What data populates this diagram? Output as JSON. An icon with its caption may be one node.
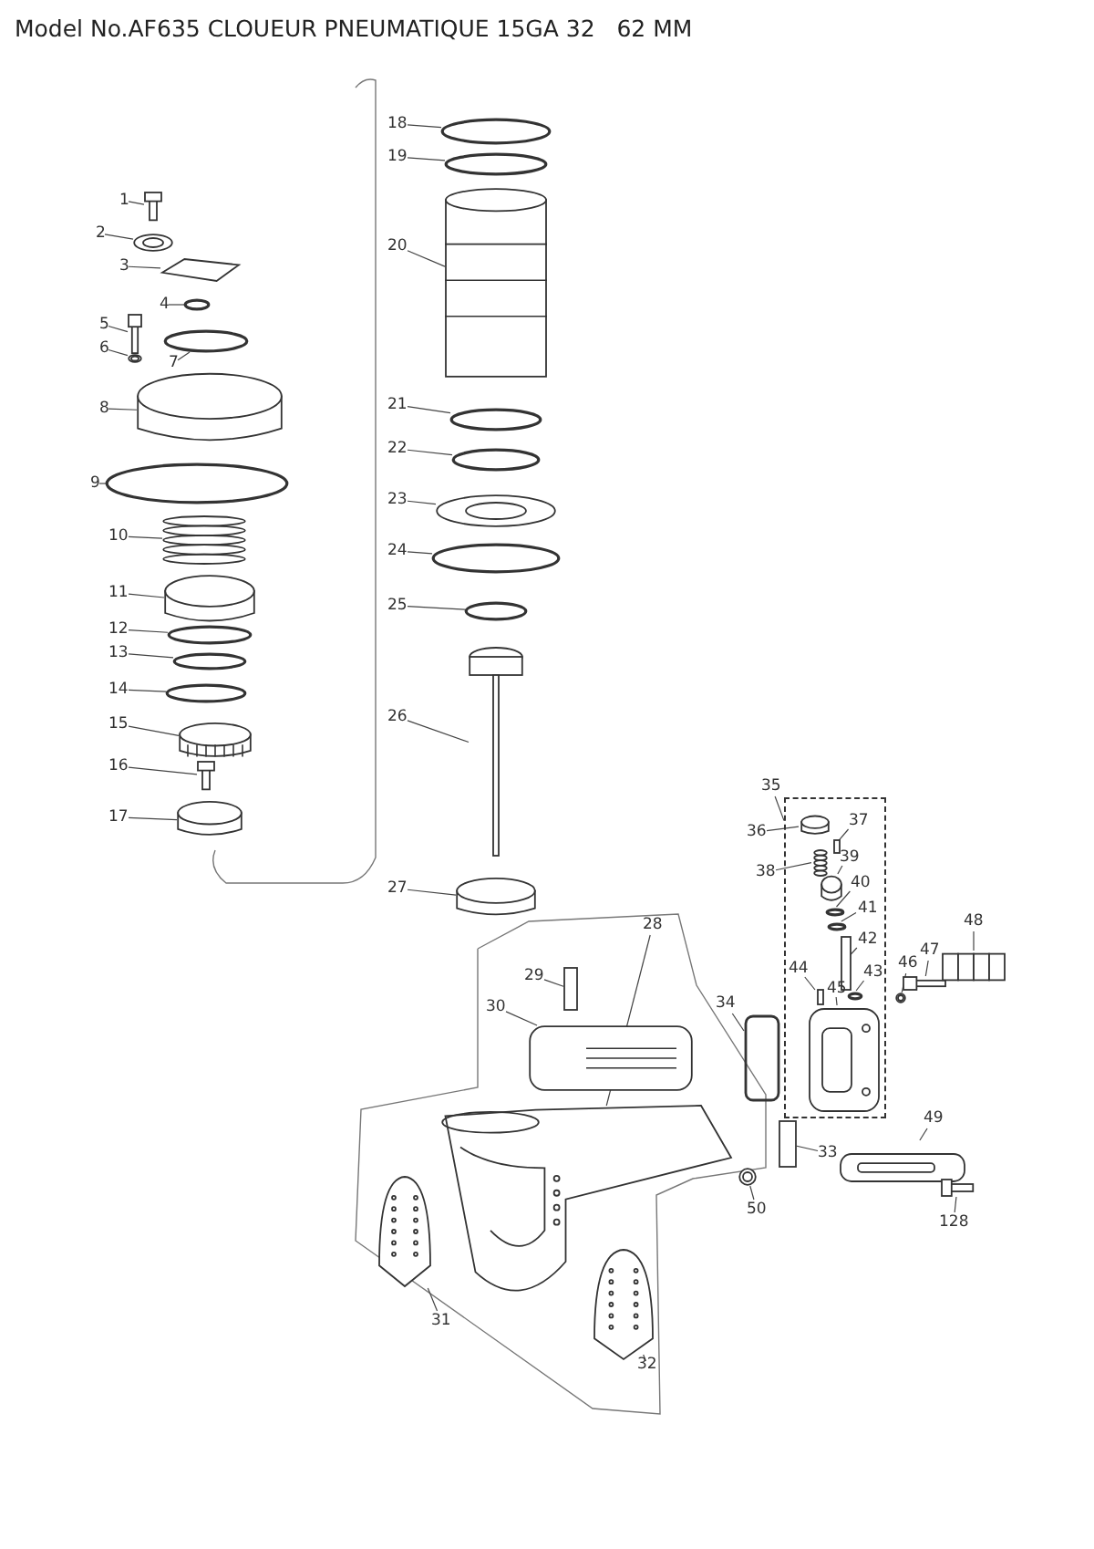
{
  "diagram": {
    "title": "Model No.AF635 CLOUEUR PNEUMATIQUE 15GA 32   62 MM",
    "nodes": [
      {
        "text": [
          "1"
        ]
      },
      {
        "text": [],
        "shape": "bar"
      },
      {
        "text": [
          "2"
        ]
      },
      {
        "text": [],
        "shape": "circle"
      },
      {
        "text": [
          "3"
        ]
      },
      {
        "text": [],
        "shape": "box"
      },
      {
        "text": [
          "4"
        ]
      },
      {
        "text": [],
        "shape": "circle"
      },
      {
        "text": [
          "5"
        ]
      },
      {
        "text": [],
        "shape": "bar"
      },
      {
        "text": [
          "6"
        ]
      },
      {
        "text": [],
        "shape": "circle"
      },
      {
        "text": [
          "7"
        ]
      },
      {
        "text": [],
        "shape": "circle"
      },
      {
        "text": [
          "8"
        ]
      },
      {
        "text": [],
        "shape": "cylinder"
      },
      {
        "text": [
          "9"
        ]
      },
      {
        "text": [],
        "shape": "circle"
      },
      {
        "text": [
          "10"
        ]
      },
      {
        "text": [],
        "shape": "picture"
      },
      {
        "text": [
          "11"
        ]
      },
      {
        "text": [],
        "shape": "cylinder"
      },
      {
        "text": [
          "12"
        ]
      },
      {
        "text": [],
        "shape": "circle"
      },
      {
        "text": [
          "13"
        ]
      },
      {
        "text": [],
        "shape": "circle"
      },
      {
        "text": [
          "14"
        ]
      },
      {
        "text": [],
        "shape": "circle"
      },
      {
        "text": [
          "15"
        ]
      },
      {
        "text": [],
        "shape": "picture"
      },
      {
        "text": [
          "16"
        ]
      },
      {
        "text": [],
        "shape": "bar"
      },
      {
        "text": [
          "17"
        ]
      },
      {
        "text": [],
        "shape": "cylinder"
      },
      {
        "text": [
          "18"
        ]
      },
      {
        "text": [],
        "shape": "circle"
      },
      {
        "text": [
          "19"
        ]
      },
      {
        "text": [],
        "shape": "circle"
      },
      {
        "text": [
          "20"
        ]
      },
      {
        "text": [],
        "shape": "cylinder"
      },
      {
        "text": [
          "21"
        ]
      },
      {
        "text": [],
        "shape": "circle"
      },
      {
        "text": [
          "22"
        ]
      },
      {
        "text": [],
        "shape": "circle"
      },
      {
        "text": [
          "23"
        ]
      },
      {
        "text": [],
        "shape": "circle"
      },
      {
        "text": [
          "24"
        ]
      },
      {
        "text": [],
        "shape": "circle"
      },
      {
        "text": [
          "25"
        ]
      },
      {
        "text": [],
        "shape": "circle"
      },
      {
        "text": [
          "26"
        ]
      },
      {
        "text": [],
        "shape": "picture"
      },
      {
        "text": [
          "27"
        ]
      },
      {
        "text": [],
        "shape": "cylinder"
      },
      {
        "text": [
          "28"
        ]
      },
      {
        "text": [],
        "shape": "picture"
      },
      {
        "text": [
          "29"
        ]
      },
      {
        "text": [],
        "shape": "bar"
      },
      {
        "text": [
          "30"
        ]
      },
      {
        "text": [],
        "shape": "picture"
      },
      {
        "text": [
          "31"
        ]
      },
      {
        "text": [],
        "shape": "picture"
      },
      {
        "text": [
          "32"
        ]
      },
      {
        "text": [],
        "shape": "picture"
      },
      {
        "text": [
          "33"
        ]
      },
      {
        "text": [],
        "shape": "bar"
      },
      {
        "text": [
          "34"
        ]
      },
      {
        "text": [],
        "shape": "box"
      },
      {
        "text": [
          "35"
        ]
      },
      {
        "text": [],
        "shape": "box"
      },
      {
        "text": [
          "36"
        ]
      },
      {
        "text": [],
        "shape": "cylinder",
        "in": 69
      },
      {
        "text": [
          "37"
        ],
        "in": 69
      },
      {
        "text": [],
        "shape": "bar",
        "in": 69
      },
      {
        "text": [
          "38"
        ]
      },
      {
        "text": [],
        "shape": "picture",
        "in": 69
      },
      {
        "text": [
          "39"
        ],
        "in": 69
      },
      {
        "text": [],
        "shape": "cylinder",
        "in": 69
      },
      {
        "text": [
          "40"
        ],
        "in": 69
      },
      {
        "text": [],
        "shape": "circle",
        "in": 69
      },
      {
        "text": [
          "41"
        ],
        "in": 69
      },
      {
        "text": [],
        "shape": "circle",
        "in": 69
      },
      {
        "text": [
          "42"
        ],
        "in": 69
      },
      {
        "text": [],
        "shape": "bar",
        "in": 69
      },
      {
        "text": [
          "43"
        ],
        "in": 69
      },
      {
        "text": [],
        "shape": "circle",
        "in": 69
      },
      {
        "text": [
          "44"
        ],
        "in": 69
      },
      {
        "text": [],
        "shape": "bar",
        "in": 69
      },
      {
        "text": [
          "45"
        ],
        "in": 69
      },
      {
        "text": [],
        "shape": "picture",
        "in": 69
      },
      {
        "text": [
          "46"
        ]
      },
      {
        "text": [],
        "shape": "circle"
      },
      {
        "text": [
          "47"
        ]
      },
      {
        "text": [],
        "shape": "bar"
      },
      {
        "text": [
          "48"
        ]
      },
      {
        "text": [],
        "shape": "picture"
      },
      {
        "text": [
          "49"
        ]
      },
      {
        "text": [],
        "shape": "picture"
      },
      {
        "text": [
          "50"
        ]
      },
      {
        "text": [],
        "shape": "circle"
      },
      {
        "text": [
          "128"
        ]
      },
      {
        "text": [],
        "shape": "bar"
      }
    ],
    "edges": [
      {
        "from": 0,
        "to": 1,
        "arrow": "none"
      },
      {
        "from": 2,
        "to": 3,
        "arrow": "none"
      },
      {
        "from": 4,
        "to": 5,
        "arrow": "none"
      },
      {
        "from": 6,
        "to": 7,
        "arrow": "none"
      },
      {
        "from": 8,
        "to": 9,
        "arrow": "none"
      },
      {
        "from": 10,
        "to": 11,
        "arrow": "none"
      },
      {
        "from": 12,
        "to": 13,
        "arrow": "none"
      },
      {
        "from": 14,
        "to": 15,
        "arrow": "none"
      },
      {
        "from": 16,
        "to": 17,
        "arrow": "none"
      },
      {
        "from": 18,
        "to": 19,
        "arrow": "none"
      },
      {
        "from": 20,
        "to": 21,
        "arrow": "none"
      },
      {
        "from": 22,
        "to": 23,
        "arrow": "none"
      },
      {
        "from": 24,
        "to": 25,
        "arrow": "none"
      },
      {
        "from": 26,
        "to": 27,
        "arrow": "none"
      },
      {
        "from": 28,
        "to": 29,
        "arrow": "none"
      },
      {
        "from": 30,
        "to": 31,
        "arrow": "none"
      },
      {
        "from": 32,
        "to": 33,
        "arrow": "none"
      },
      {
        "from": 34,
        "to": 35,
        "arrow": "none"
      },
      {
        "from": 36,
        "to": 37,
        "arrow": "none"
      },
      {
        "from": 38,
        "to": 39,
        "arrow": "none"
      },
      {
        "from": 40,
        "to": 41,
        "arrow": "none"
      },
      {
        "from": 42,
        "to": 43,
        "arrow": "none"
      },
      {
        "from": 44,
        "to": 45,
        "arrow": "none"
      },
      {
        "from": 46,
        "to": 47,
        "arrow": "none"
      },
      {
        "from": 48,
        "to": 49,
        "arrow": "none"
      },
      {
        "from": 50,
        "to": 51,
        "arrow": "none"
      },
      {
        "from": 52,
        "to": 53,
        "arrow": "none"
      },
      {
        "from": 54,
        "to": 55,
        "arrow": "none"
      },
      {
        "from": 56,
        "to": 57,
        "arrow": "none"
      },
      {
        "from": 58,
        "to": 59,
        "arrow": "none"
      },
      {
        "from": 60,
        "to": 61,
        "arrow": "none"
      },
      {
        "from": 62,
        "to": 63,
        "arrow": "none"
      },
      {
        "from": 64,
        "to": 65,
        "arrow": "none"
      },
      {
        "from": 66,
        "to": 67,
        "arrow": "none"
      },
      {
        "from": 68,
        "to": 69,
        "arrow": "none"
      },
      {
        "from": 70,
        "to": 71,
        "arrow": "none"
      },
      {
        "from": 72,
        "to": 73,
        "arrow": "none"
      },
      {
        "from": 74,
        "to": 75,
        "arrow": "none"
      },
      {
        "from": 76,
        "to": 77,
        "arrow": "none"
      },
      {
        "from": 78,
        "to": 79,
        "arrow": "none"
      },
      {
        "from": 80,
        "to": 81,
        "arrow": "none"
      },
      {
        "from": 82,
        "to": 83,
        "arrow": "none"
      },
      {
        "from": 84,
        "to": 85,
        "arrow": "none"
      },
      {
        "from": 86,
        "to": 87,
        "arrow": "none"
      },
      {
        "from": 88,
        "to": 89,
        "arrow": "none"
      },
      {
        "from": 90,
        "to": 91,
        "arrow": "none"
      },
      {
        "from": 92,
        "to": 93,
        "arrow": "none"
      },
      {
        "from": 94,
        "to": 95,
        "arrow": "none"
      },
      {
        "from": 96,
        "to": 97,
        "arrow": "none"
      },
      {
        "from": 98,
        "to": 99,
        "arrow": "none"
      },
      {
        "from": 100,
        "to": 101,
        "arrow": "none"
      }
    ]
  }
}
